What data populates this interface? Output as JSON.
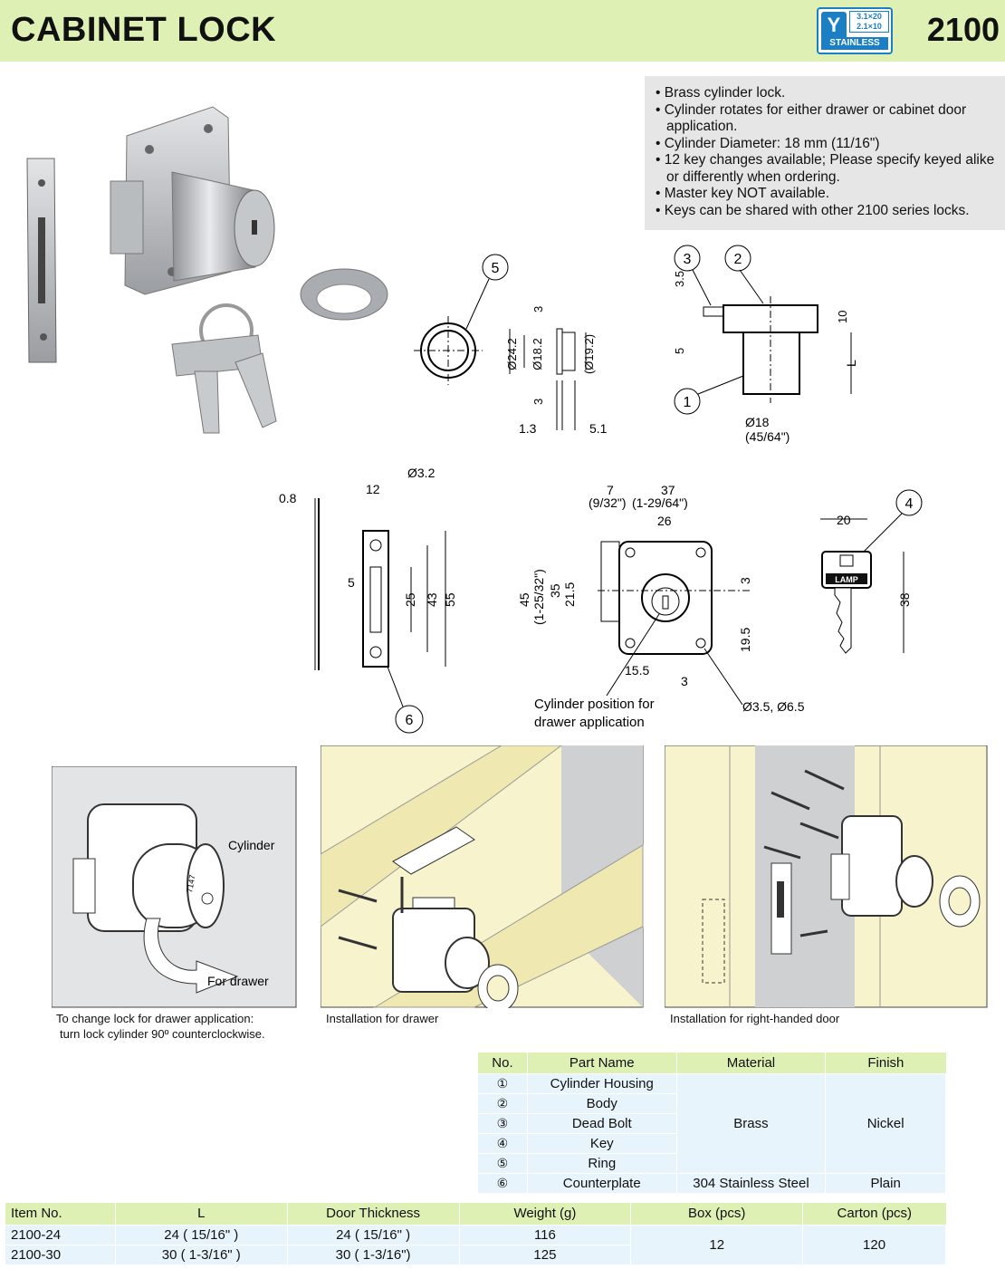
{
  "header": {
    "title": "CABINET LOCK",
    "model": "2100",
    "badge": {
      "spec_line1": "3.1×20",
      "spec_line2": "2.1×10",
      "material": "STAINLESS",
      "logo": "Y"
    }
  },
  "features": [
    "Brass cylinder lock.",
    "Cylinder rotates for either drawer or cabinet door application.",
    "Cylinder Diameter: 18 mm (11/16\")",
    "12 key changes available; Please specify keyed alike or differently when ordering.",
    "Master key NOT available.",
    "Keys can be shared with other 2100 series locks."
  ],
  "drawing_labels": {
    "ring": {
      "num": "5",
      "d_outer": "Ø24.2",
      "d_inner": "Ø18.2",
      "d_flange": "(Ø19.2)",
      "t_top": "3",
      "t_bottom": "3",
      "w_left": "1.3",
      "w_right": "5.1"
    },
    "side": {
      "n3": "3",
      "n2": "2",
      "n1": "1",
      "d35": "3.5",
      "d5": "5",
      "d10": "10",
      "L": "L",
      "dia": "Ø18",
      "dia_in": "(45/64\")"
    },
    "plate": {
      "n6": "6",
      "t": "0.8",
      "w": "12",
      "hole": "Ø3.2",
      "slot_w": "5",
      "d25": "25",
      "d43": "43",
      "d55": "55"
    },
    "front": {
      "d7": "7",
      "d7_in": "(9/32\")",
      "d37": "37",
      "d37_in": "(1-29/64\")",
      "d26": "26",
      "d45": "45",
      "d45_in": "(1-25/32\")",
      "d35": "35",
      "d215": "21.5",
      "d3": "3",
      "d195": "19.5",
      "d155": "15.5",
      "d3b": "3",
      "holes": "Ø3.5, Ø6.5",
      "note_line1": "Cylinder position for",
      "note_line2": "drawer application"
    },
    "key": {
      "n4": "4",
      "d20": "20",
      "d38": "38",
      "brand": "LAMP"
    }
  },
  "illustrations": {
    "rotate": {
      "cylinder_label": "Cylinder",
      "drawer_label": "For drawer",
      "key_no": "7147",
      "caption_line1": "To change lock for drawer application:",
      "caption_line2": "turn lock cylinder 90º counterclockwise."
    },
    "drawer": {
      "caption": "Installation for drawer"
    },
    "door": {
      "caption": "Installation for right-handed door"
    }
  },
  "parts_table": {
    "headers": [
      "No.",
      "Part Name",
      "Material",
      "Finish"
    ],
    "rows": [
      {
        "no": "①",
        "name": "Cylinder Housing"
      },
      {
        "no": "②",
        "name": "Body"
      },
      {
        "no": "③",
        "name": "Dead Bolt"
      },
      {
        "no": "④",
        "name": "Key"
      },
      {
        "no": "⑤",
        "name": "Ring"
      },
      {
        "no": "⑥",
        "name": "Counterplate"
      }
    ],
    "material_brass": "Brass",
    "finish_nickel": "Nickel",
    "material_ss": "304 Stainless Steel",
    "finish_plain": "Plain"
  },
  "spec_table": {
    "headers": [
      "Item No.",
      "L",
      "Door Thickness",
      "Weight (g)",
      "Box (pcs)",
      "Carton (pcs)"
    ],
    "rows": [
      {
        "item": "2100-24",
        "L": "24 ( 15/16\" )",
        "door": "24 ( 15/16\" )",
        "weight": "116"
      },
      {
        "item": "2100-30",
        "L": "30 ( 1-3/16\" )",
        "door": "30 ( 1-3/16\")",
        "weight": "125"
      }
    ],
    "box": "12",
    "carton": "120"
  }
}
